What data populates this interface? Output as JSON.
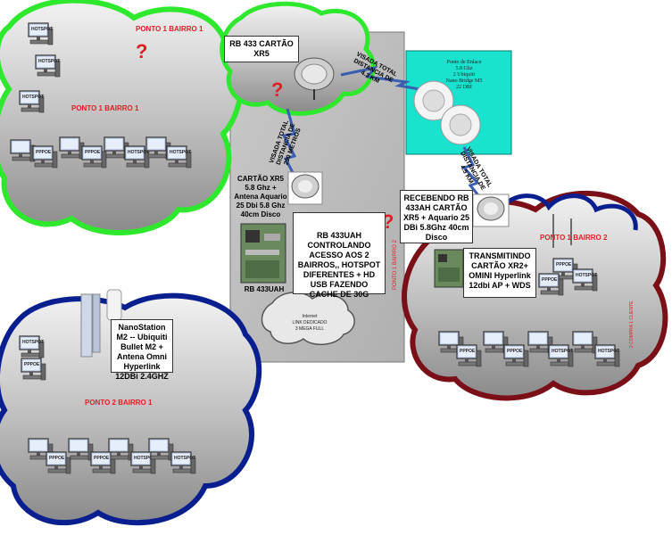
{
  "zones": {
    "top_left": {
      "label_a": "PONTO 1 BAIRRO 1",
      "label_b": "PONTO 1 BAIRRO 1"
    },
    "bottom_left": {
      "label": "PONTO 2 BAIRRO 1"
    },
    "right": {
      "label": "PONTO 1 BAIRRO 2",
      "side_label_left": "PONTO 1 BAIRRO 2",
      "side_label_right": "2 COMPRA 1 CLIENTE"
    }
  },
  "boxes": {
    "rb433_top": "RB 433 CARTÃO XR5",
    "cartao_xr5": "CARTÃO XR5 5.8 Ghz + Antena Aquario 25 Dbi 5.8 Ghz 40cm Disco",
    "rb433uah_label": "RB 433UAH",
    "rb433uah_desc": "RB 433UAH CONTROLANDO ACESSO AOS 2 BAIRROS,, HOTSPOT DIFERENTES + HD USB FAZENDO CACHE DE 30G",
    "recebendo": "RECEBENDO RB 433AH CARTÃO XR5 + Aquario 25 DBi 5.8Ghz 40cm Disco",
    "transmitindo": "TRANSMITINDO CARTÃO XR2+ OMINI Hyperlink 12dbi AP + WDS",
    "nanostation": "NanoStation M2 -- Ubiquiti Bullet M2 + Antena Omni Hyperlink 12DBi 2.4GHZ"
  },
  "enlace": {
    "title": "Ponto de Enlace",
    "l1": "5.8 Ghz",
    "l2": "2 Ubiquiti",
    "l3": "Nano Bridge M5",
    "l4": "22 DBI"
  },
  "links": {
    "visada_43": "VISADA TOTAL DISTANCIA DE 4.3 KM",
    "visada_290": "VISADA TOTAL DISTANCIA DE 290 METROS",
    "visada_45": "VISADA TOTAL DISTANCIA DE 4.5 KM"
  },
  "internet": {
    "title": "Internet",
    "l1": "LINK DEDICADO",
    "l2": "3 MEGA FULL"
  },
  "question_mark": "?",
  "tags": {
    "hotspot": "HOTSPOT",
    "pppoe": "PPPOE"
  },
  "colors": {
    "green": "#2ee82e",
    "navy": "#0a1f8f",
    "maroon": "#7a0f17",
    "teal": "#19e3cf",
    "red": "#e31c24"
  }
}
